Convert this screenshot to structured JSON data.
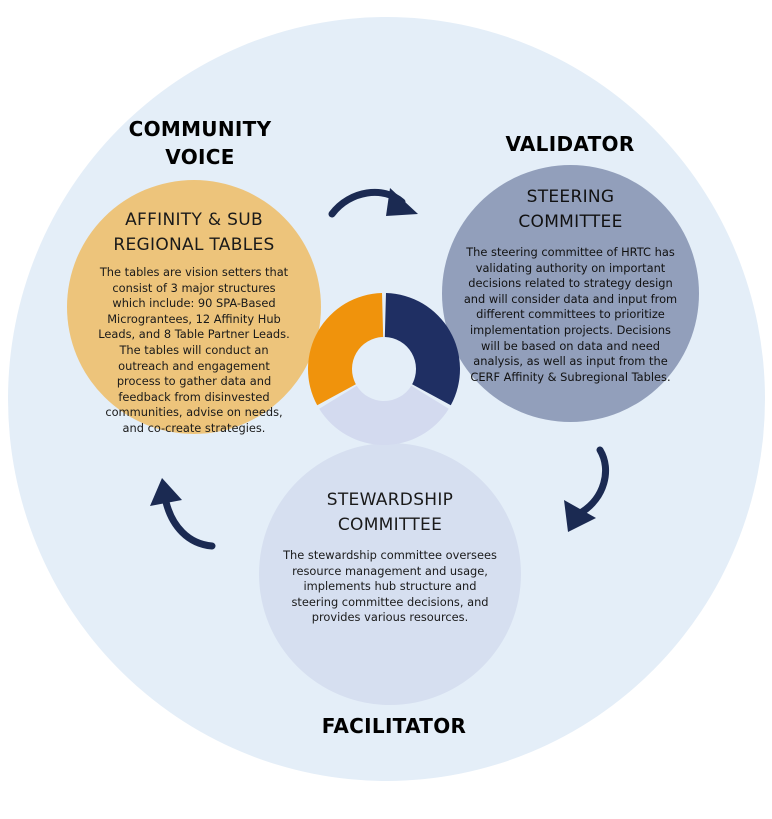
{
  "roles": {
    "community_voice": "COMMUNITY\nVOICE",
    "validator": "VALIDATOR",
    "facilitator": "FACILITATOR"
  },
  "nodes": {
    "affinity": {
      "title": "AFFINITY & SUB REGIONAL TABLES",
      "body": "The tables are vision setters that consist of 3 major structures which include: 90 SPA-Based Micrograntees, 12 Affinity Hub Leads, and 8 Table Partner Leads. The tables will conduct an outreach and engagement process to gather data and feedback from disinvested communities, advise on needs, and co-create strategies.",
      "color": "#edc47b"
    },
    "steering": {
      "title": "STEERING COMMITTEE",
      "body": "The steering committee of HRTC has validating authority on important decisions related to strategy design and will consider data and input from different committees to prioritize implementation projects. Decisions will be based on data and need analysis, as well as input from the CERF Affinity & Subregional Tables.",
      "color": "#929fbb"
    },
    "stewardship": {
      "title": "STEWARDSHIP COMMITTEE",
      "body": "The stewardship committee oversees resource management and usage, implements hub structure and steering committee decisions, and provides various resources.",
      "color": "#d6dff0"
    }
  },
  "donut": {
    "segments": [
      {
        "color": "#1f2f63",
        "share": 0.333
      },
      {
        "color": "#d3daef",
        "share": 0.333
      },
      {
        "color": "#f0930c",
        "share": 0.333
      }
    ]
  },
  "colors": {
    "background_circle": "#e4eef8",
    "arrow": "#1b2a52"
  },
  "icons": [
    "curved-arrow-right-icon",
    "curved-arrow-down-icon",
    "curved-arrow-up-icon"
  ]
}
